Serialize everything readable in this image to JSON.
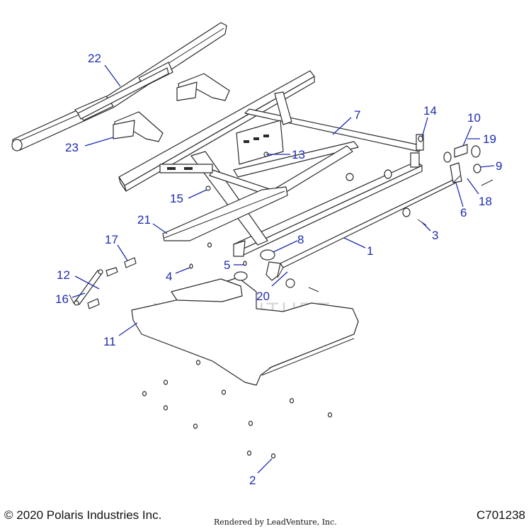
{
  "footer": {
    "copyright": "© 2020 Polaris Industries Inc.",
    "diagram_id": "C701238",
    "rendered_by": "Rendered by LeadVenture, Inc."
  },
  "watermark": "LEADVENTURE",
  "colors": {
    "callout": "#1d2bb0",
    "line": "#2a2a2a"
  },
  "callouts": [
    {
      "id": "1",
      "label": "1"
    },
    {
      "id": "2",
      "label": "2"
    },
    {
      "id": "3",
      "label": "3"
    },
    {
      "id": "4",
      "label": "4"
    },
    {
      "id": "5",
      "label": "5"
    },
    {
      "id": "6",
      "label": "6"
    },
    {
      "id": "7",
      "label": "7"
    },
    {
      "id": "8",
      "label": "8"
    },
    {
      "id": "9",
      "label": "9"
    },
    {
      "id": "10",
      "label": "10"
    },
    {
      "id": "11",
      "label": "11"
    },
    {
      "id": "12",
      "label": "12"
    },
    {
      "id": "13",
      "label": "13"
    },
    {
      "id": "14",
      "label": "14"
    },
    {
      "id": "15",
      "label": "15"
    },
    {
      "id": "16",
      "label": "16"
    },
    {
      "id": "17",
      "label": "17"
    },
    {
      "id": "18",
      "label": "18"
    },
    {
      "id": "19",
      "label": "19"
    },
    {
      "id": "20",
      "label": "20"
    },
    {
      "id": "21",
      "label": "21"
    },
    {
      "id": "22",
      "label": "22"
    },
    {
      "id": "23",
      "label": "23"
    }
  ]
}
